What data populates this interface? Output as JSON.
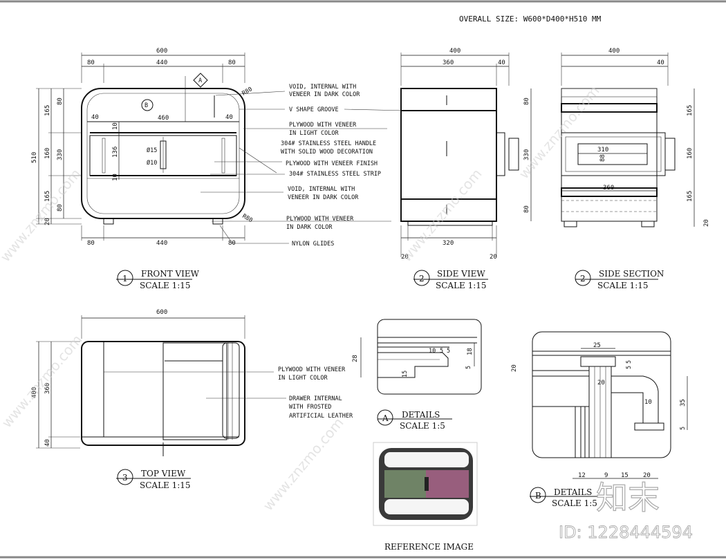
{
  "title": "OVERALL SIZE: W600*D400*H510 MM",
  "front_view": {
    "number": "1",
    "title": "FRONT VIEW",
    "scale": "SCALE 1:15",
    "dims": {
      "overall_width": "600",
      "top_left": "80",
      "top_mid": "440",
      "top_right": "80",
      "bottom_left": "80",
      "bottom_mid": "440",
      "bottom_right": "80",
      "height": "510",
      "left_165a": "165",
      "left_160": "160",
      "left_165b": "165",
      "left_20": "20",
      "inner_80a": "80",
      "inner_330": "330",
      "inner_80b": "80",
      "shelf_460": "460",
      "shelf_40l": "40",
      "shelf_40r": "40",
      "v10a": "10",
      "v136": "136",
      "v10b": "10",
      "handle_d15": "Ø15",
      "handle_d10": "Ø10",
      "r_top": "R80",
      "r_bottom": "R80"
    },
    "markers": {
      "a": "A",
      "b": "B"
    }
  },
  "annotations": [
    "VOID, INTERNAL WITH",
    "VENEER IN DARK COLOR",
    "V SHAPE GROOVE",
    "PLYWOOD WITH VENEER",
    "IN LIGHT COLOR",
    "304# STAINLESS STEEL HANDLE",
    "WITH SOLID WOOD DECORATION",
    "PLYWOOD WITH VENEER FINISH",
    "304# STAINLESS STEEL STRIP",
    "VOID, INTERNAL WITH",
    "VENEER IN DARK COLOR",
    "PLYWOOD WITH VENEER",
    "IN DARK COLOR",
    "NYLON GLIDES"
  ],
  "side_view": {
    "number": "2",
    "title": "SIDE VIEW",
    "scale": "SCALE 1:15",
    "dims": {
      "depth": "400",
      "d360": "360",
      "d40": "40",
      "r80a": "80",
      "r330": "330",
      "r80b": "80",
      "b320": "320",
      "b20l": "20",
      "b20r": "20"
    }
  },
  "side_section": {
    "number": "2",
    "title": "SIDE SECTION",
    "scale": "SCALE 1:15",
    "dims": {
      "depth": "400",
      "d40": "40",
      "inner_310": "310",
      "inner_88": "88",
      "d360": "360",
      "r165a": "165",
      "r160": "160",
      "r165b": "165",
      "r20": "20"
    }
  },
  "top_view": {
    "number": "3",
    "title": "TOP VIEW",
    "scale": "SCALE 1:15",
    "dims": {
      "width": "600",
      "depth": "400",
      "d360": "360",
      "d40": "40"
    }
  },
  "top_annotations": [
    "PLYWOOD WITH VENEER",
    "IN LIGHT COLOR",
    "DRAWER INTERNAL",
    "WITH FROSTED",
    "ARTIFICIAL LEATHER"
  ],
  "detail_a": {
    "letter": "A",
    "title": "DETAILS",
    "scale": "SCALE 1:5",
    "dims": {
      "h28": "28",
      "h18": "18",
      "a10": "10",
      "a5a": "5",
      "a5b": "5",
      "a5c": "5",
      "a15": "15"
    }
  },
  "detail_b": {
    "letter": "B",
    "title": "DETAILS",
    "scale": "SCALE 1:5",
    "dims": {
      "w25": "25",
      "h20": "20",
      "h5a": "5",
      "h5b": "5",
      "w20": "20",
      "w10": "10",
      "h35": "35",
      "h5c": "5",
      "b12": "12",
      "b9": "9",
      "b15": "15",
      "b20": "20"
    }
  },
  "reference_label": "REFERENCE IMAGE",
  "watermark": {
    "logo": "知末",
    "id": "ID: 1228444594",
    "site": "www.znzmo.com"
  },
  "colors": {
    "line": "#111111",
    "background": "#ffffff",
    "watermark": "#cfcfcf"
  }
}
